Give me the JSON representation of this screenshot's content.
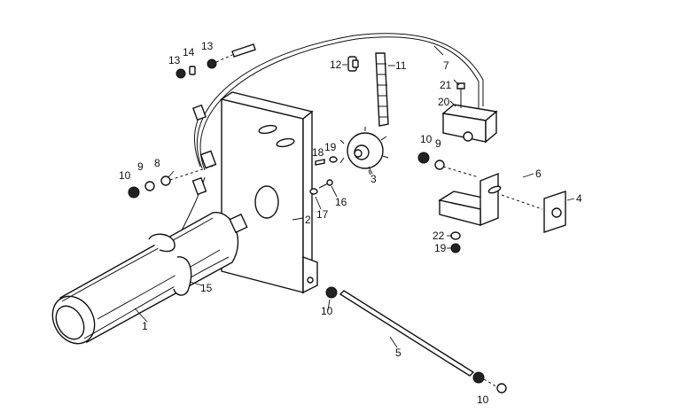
{
  "diagram": {
    "callouts": {
      "c1": "1",
      "c2": "2",
      "c3": "3",
      "c4": "4",
      "c5": "5",
      "c6": "6",
      "c7": "7",
      "c8": "8",
      "c9a": "9",
      "c9b": "9",
      "c10a": "10",
      "c10b": "10",
      "c10c": "10",
      "c10d": "10",
      "c11": "11",
      "c12": "12",
      "c13a": "13",
      "c13b": "13",
      "c14": "14",
      "c15": "15",
      "c16": "16",
      "c17": "17",
      "c18": "18",
      "c19a": "19",
      "c19b": "19",
      "c20": "20",
      "c21": "21",
      "c22": "22"
    }
  }
}
